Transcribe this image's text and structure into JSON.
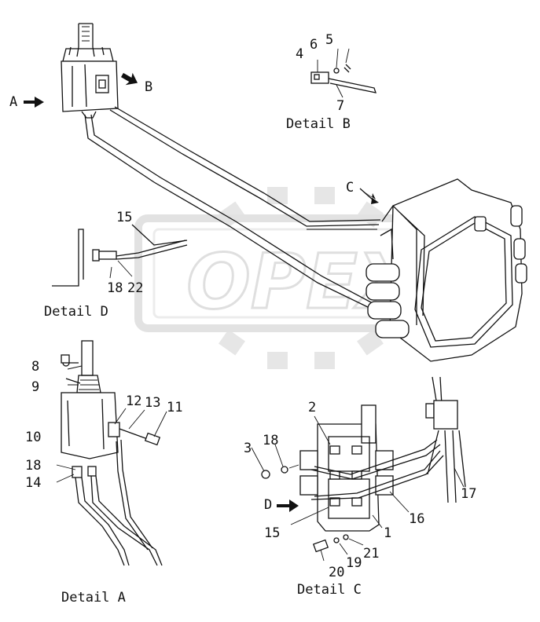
{
  "watermark": {
    "text": "OPEX"
  },
  "details": {
    "a": "Detail A",
    "b": "Detail B",
    "c": "Detail C",
    "d": "Detail D"
  },
  "arrows": {
    "a": "A",
    "b": "B",
    "c": "C",
    "d": "D"
  },
  "callouts": {
    "n1": "1",
    "n2": "2",
    "n3": "3",
    "n4": "4",
    "n5": "5",
    "n6": "6",
    "n7": "7",
    "n8": "8",
    "n9": "9",
    "n10": "10",
    "n11": "11",
    "n12": "12",
    "n13": "13",
    "n14": "14",
    "n15": "15",
    "n15d": "15",
    "n16": "16",
    "n17": "17",
    "n18": "18",
    "n18a": "18",
    "n18d": "18",
    "n19": "19",
    "n20": "20",
    "n21": "21",
    "n22": "22"
  }
}
